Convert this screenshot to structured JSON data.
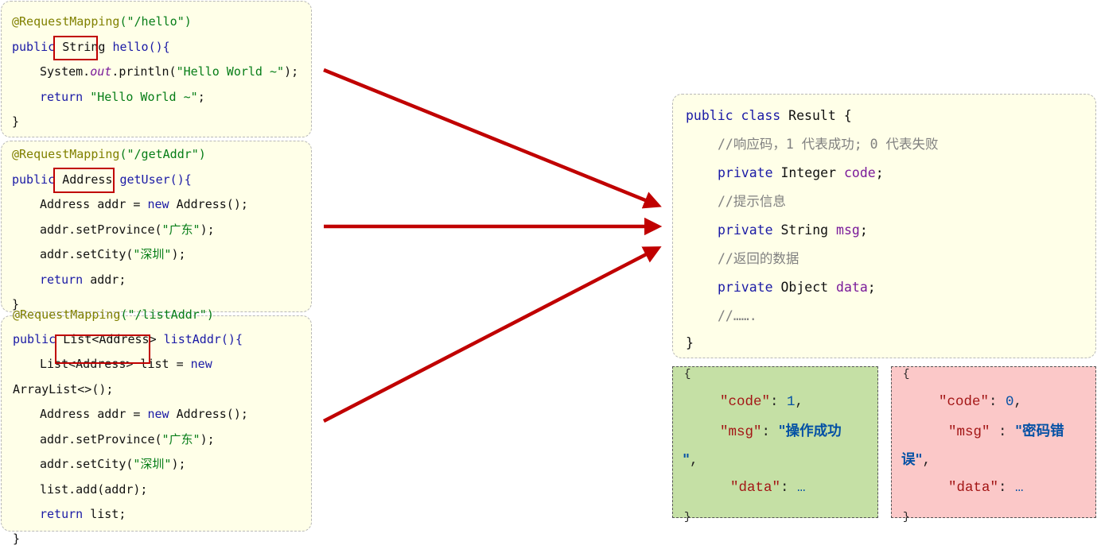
{
  "code_hello": {
    "annotation": "@RequestMapping",
    "path": "(\"/hello\")",
    "kw_public": "public",
    "ret_type": "String",
    "method": "hello(){",
    "l3_obj": "System.",
    "l3_field": "out",
    "l3_call": ".println(",
    "l3_str": "\"Hello World ~\"",
    "l3_end": ");",
    "kw_return": "return",
    "l4_str": "\"Hello World ~\"",
    "l4_end": ";",
    "close": "}"
  },
  "code_getaddr": {
    "annotation": "@RequestMapping",
    "path": "(\"/getAddr\")",
    "kw_public": "public",
    "ret_type": "Address",
    "method": "getUser(){",
    "l3a": "Address addr = ",
    "kw_new": "new",
    "l3b": " Address();",
    "l4a": "addr.setProvince(",
    "l4_str": "\"广东\"",
    "l4b": ");",
    "l5a": "addr.setCity(",
    "l5_str": "\"深圳\"",
    "l5b": ");",
    "kw_return": "return",
    "l6": " addr;",
    "close": "}"
  },
  "code_listaddr": {
    "annotation": "@RequestMapping",
    "path": "(\"/listAddr\")",
    "kw_public": "public",
    "ret_type": "List<Address>",
    "method": "listAddr(){",
    "l3a": "List<Address> list = ",
    "kw_new": "new",
    "l3b": "ArrayList<>();",
    "l4a": "Address addr = ",
    "kw_new2": "new",
    "l4b": " Address();",
    "l5a": "addr.setProvince(",
    "l5_str": "\"广东\"",
    "l5b": ");",
    "l6a": "addr.setCity(",
    "l6_str": "\"深圳\"",
    "l6b": ");",
    "l7": "list.add(addr);",
    "kw_return": "return",
    "l8": " list;",
    "close": "}"
  },
  "result_class": {
    "kw_public": "public",
    "kw_class": "class",
    "name": " Result {",
    "c1": "//响应码，1 代表成功; 0 代表失败",
    "kw_private1": "private",
    "t1": " Integer ",
    "f1": "code",
    "s1": ";",
    "c2": "//提示信息",
    "kw_private2": "private",
    "t2": " String ",
    "f2": "msg",
    "s2": ";",
    "c3": "//返回的数据",
    "kw_private3": "private",
    "t3": " Object ",
    "f3": "data",
    "s3": ";",
    "c4": "//…….",
    "close": "}"
  },
  "json_success": {
    "open": "{",
    "k_code": "\"code\"",
    "colon1": ": ",
    "v_code": "1",
    "comma1": ",",
    "k_msg": "\"msg\"",
    "colon2": ": ",
    "v_msg_a": "\"操作成功",
    "v_msg_b": "\"",
    "comma2": ",",
    "k_data": "\"data\"",
    "colon3": ": ",
    "v_data": "…",
    "close": "}"
  },
  "json_error": {
    "open": "{",
    "k_code": "\"code\"",
    "colon1": ": ",
    "v_code": "0",
    "comma1": ",",
    "k_msg": "\"msg\"",
    "colon2": " : ",
    "v_msg_a": "\"密码错",
    "v_msg_b": "误\"",
    "comma2": ",",
    "k_data": "\"data\"",
    "colon3": ": ",
    "v_data": "…",
    "close": "}"
  },
  "colors": {
    "arrow": "#c00000",
    "panel_bg": "#ffffe8",
    "success_bg": "#c5e0a5",
    "error_bg": "#fbc8c8"
  }
}
